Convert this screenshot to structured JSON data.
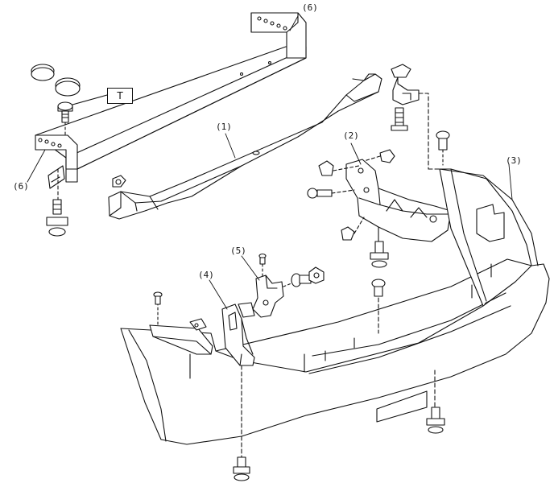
{
  "callouts": {
    "frame_top": "(6)",
    "frame_left": "(6)",
    "beam": "(1)",
    "bracket": "(2)",
    "bumper_face": "(3)",
    "side_bracket": "(4)",
    "slider": "(5)",
    "torque_tag": "T"
  }
}
